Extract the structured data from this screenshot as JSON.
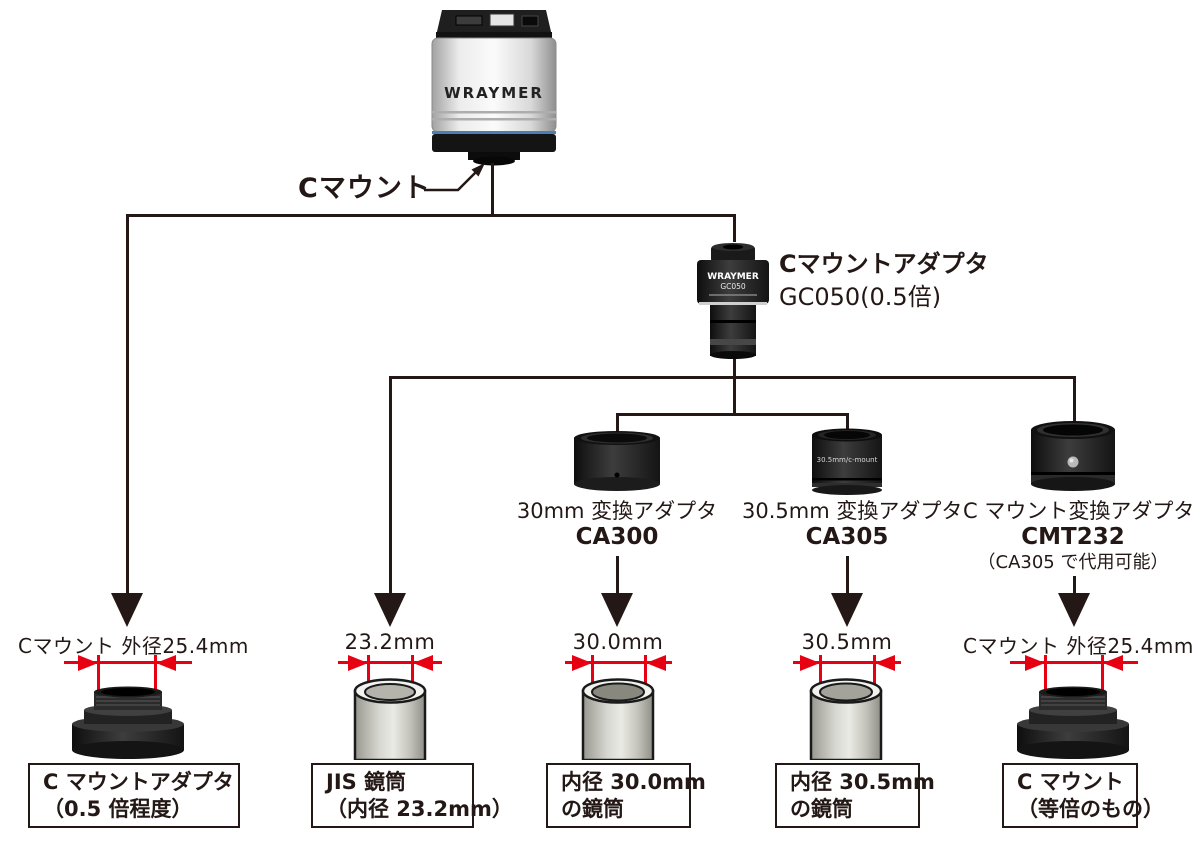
{
  "camera": {
    "brand": "WRAYMER"
  },
  "callout": {
    "label": "Cマウント"
  },
  "gc050": {
    "title": "Cマウントアダプタ",
    "model_line": "GC050(0.5倍)",
    "device_brand": "WRAYMER",
    "device_model": "GC050"
  },
  "adapters": [
    {
      "name": "30mm 変換アダプタ",
      "model": "CA300"
    },
    {
      "name": "30.5mm 変換アダプタ",
      "model": "CA305",
      "device_text": "30.5mm/c-mount"
    },
    {
      "name": "C マウント変換アダプタ",
      "model": "CMT232",
      "note": "（CA305 で代用可能）"
    }
  ],
  "columns": [
    {
      "measure": "Cマウント 外径25.4mm",
      "box": [
        "C マウントアダプタ",
        "（0.5 倍程度）"
      ]
    },
    {
      "measure": "23.2mm",
      "box": [
        "JIS 鏡筒",
        "（内径 23.2mm）"
      ]
    },
    {
      "measure": "30.0mm",
      "box": [
        "内径 30.0mm",
        "の鏡筒"
      ]
    },
    {
      "measure": "30.5mm",
      "box": [
        "内径 30.5mm",
        "の鏡筒"
      ]
    },
    {
      "measure": "Cマウント 外径25.4mm",
      "box": [
        "C マウント",
        "（等倍のもの）"
      ]
    }
  ],
  "colors": {
    "accent_red": "#e60012",
    "line": "#231815"
  }
}
